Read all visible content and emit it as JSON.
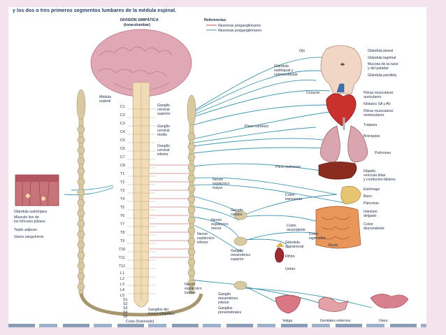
{
  "caption": "y los dos o tres primeros segmentos lumbares de la médula espinal.",
  "division_title": [
    "DIVISIÓN SIMPÁTICA",
    "(toracolumbar)"
  ],
  "legend": {
    "title": "Referencias:",
    "items": [
      "Neuronas preganglionares",
      "Neuronas posganglionares"
    ]
  },
  "spinal_cord_label": [
    "Médula",
    "espinal"
  ],
  "segments": [
    "C1",
    "C2",
    "C3",
    "C4",
    "C5",
    "C6",
    "C7",
    "C8",
    "T1",
    "T2",
    "T3",
    "T4",
    "T5",
    "T6",
    "T7",
    "T8",
    "T9",
    "T10",
    "T11",
    "T12",
    "L1",
    "L2",
    "L3",
    "L4",
    "L5",
    "S1",
    "S2",
    "S3",
    "S4",
    "S5"
  ],
  "coccyx_label": "Coxis (fusionado)",
  "ganglia": {
    "superior": [
      "Ganglio",
      "cervical",
      "superior"
    ],
    "middle": [
      "Ganglio",
      "cervical",
      "medio"
    ],
    "inferior": [
      "Ganglio",
      "cervical",
      "inferior"
    ],
    "trunk": [
      "Ganglios del",
      "tronco simpático"
    ],
    "celiac": [
      "Ganglio",
      "celíaco"
    ],
    "sup_mesenteric": [
      "Ganglio",
      "mesentérico",
      "superior"
    ],
    "inf_mesenteric": [
      "Ganglio",
      "mesentérico",
      "inferior"
    ],
    "prevertebral": [
      "Ganglios",
      "prevertebrales"
    ]
  },
  "nerves": {
    "greater": [
      "Nervio",
      "esplácnico",
      "mayor"
    ],
    "lesser": [
      "Nervio",
      "esplácnico",
      "menor"
    ],
    "least": [
      "Nervio",
      "esplácnico",
      "inferior"
    ],
    "lumbar": [
      "Nervio",
      "esplácnico",
      "lumbar"
    ]
  },
  "plexuses": {
    "cardiac": "Plexo cardíaco",
    "pulmonary": "Plexo pulmonar"
  },
  "skin_labels": [
    "Glándula sudorípara",
    "Músculo liso de",
    "los folículos pilosos",
    "Tejido adiposo",
    "Vasos sanguíneos"
  ],
  "head_labels": {
    "eye": "Ojo",
    "salivary": [
      "Glándula",
      "sublingual y",
      "submandibular"
    ],
    "pineal": "Glándula pineal",
    "lacrimal": "Glándula lagrimal",
    "mucosa": [
      "Mucosa de la nariz",
      "y del paladar"
    ],
    "parotid": "Glándula parótida"
  },
  "heart_labels": {
    "heart": "Corazón",
    "atrial": [
      "Fibras musculares",
      "auriculares"
    ],
    "nodes": "Nódulos SA y AV",
    "ventricular": [
      "Fibras musculares",
      "ventriculares"
    ]
  },
  "lung_labels": {
    "trachea": "Tráquea",
    "bronchi": "Bronquios",
    "lungs": "Pulmones"
  },
  "liver_labels": [
    "Hígado,",
    "vesícula biliar",
    "y conductos biliares"
  ],
  "abdomen_labels": {
    "stomach": "Estómago",
    "spleen": "Bazo",
    "pancreas": "Páncreas",
    "small_int": [
      "Intestino",
      "delgado"
    ],
    "colon_desc": [
      "Colon",
      "descendente"
    ],
    "colon_trans": [
      "Colon",
      "transverso"
    ],
    "colon_asc": [
      "Colon",
      "ascendente"
    ],
    "colon_sig": [
      "Colon",
      "sigmoideo"
    ],
    "rectum": "Recto",
    "adrenal": [
      "Glándula",
      "suprarrenal"
    ],
    "kidney": "Riñón",
    "ureter": "Uréter"
  },
  "pelvis_labels": {
    "bladder": "Vejiga",
    "genitals": "Genitales externos",
    "uterus": "Útero"
  },
  "colors": {
    "nerve": "#2d8aa8",
    "chain": "#d8c9a3",
    "brain": "#e0a7b4",
    "cord": "#f0dcb7"
  }
}
